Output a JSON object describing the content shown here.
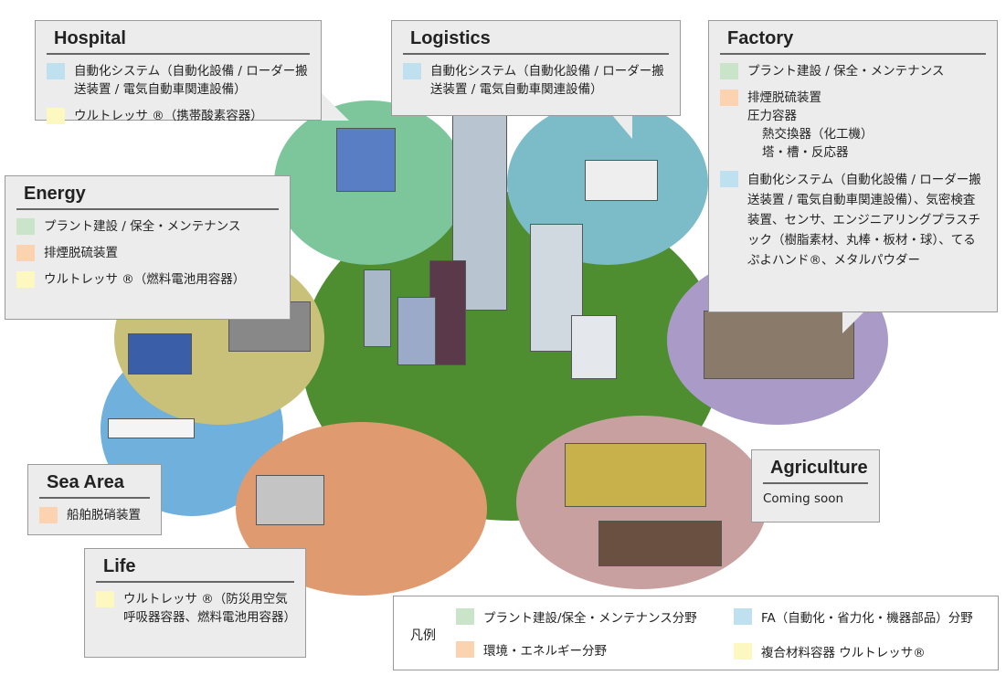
{
  "hospital": {
    "title": "Hospital",
    "items": [
      {
        "color": "blue",
        "text": "自動化システム（自動化設備 / ローダー搬送装置 / 電気自動車関連設備）"
      },
      {
        "color": "yellow",
        "text": "ウルトレッサ ®（携帯酸素容器）"
      }
    ]
  },
  "logistics": {
    "title": "Logistics",
    "items": [
      {
        "color": "blue",
        "text": "自動化システム（自動化設備 / ローダー搬送装置 / 電気自動車関連設備）"
      }
    ]
  },
  "factory": {
    "title": "Factory",
    "item1": "プラント建設 / 保全・メンテナンス",
    "item2": "排煙脱硫装置",
    "item2b": "圧力容器",
    "item2c": "熱交換器（化工機）",
    "item2d": "塔・槽・反応器",
    "item3": "自動化システム（自動化設備 / ローダー搬送装置 / 電気自動車関連設備）、気密検査装置、センサ、エンジニアリングプラスチック（樹脂素材、丸棒・板材・球）、てるぷよハンド®、メタルパウダー"
  },
  "energy": {
    "title": "Energy",
    "items": [
      {
        "text": "プラント建設 / 保全・メンテナンス"
      },
      {
        "text": "排煙脱硫装置"
      },
      {
        "text": "ウルトレッサ ®（燃料電池用容器）"
      }
    ]
  },
  "sea": {
    "title": "Sea Area",
    "item": "船舶脱硝装置"
  },
  "life": {
    "title": "Life",
    "item": "ウルトレッサ ®（防災用空気呼吸器容器、燃料電池用容器）"
  },
  "agriculture": {
    "title": "Agriculture",
    "text": "Coming soon"
  },
  "legend": {
    "title": "凡例",
    "items": [
      "プラント建設/保全・メンテナンス分野",
      "FA（自動化・省力化・機器部品）分野",
      "環境・エネルギー分野",
      "複合材料容器 ウルトレッサ®"
    ]
  },
  "colors": {
    "green": "#c9e4c9",
    "orange": "#fbd3b0",
    "blue": "#bfe0ee",
    "yellow": "#fdf8bf"
  }
}
